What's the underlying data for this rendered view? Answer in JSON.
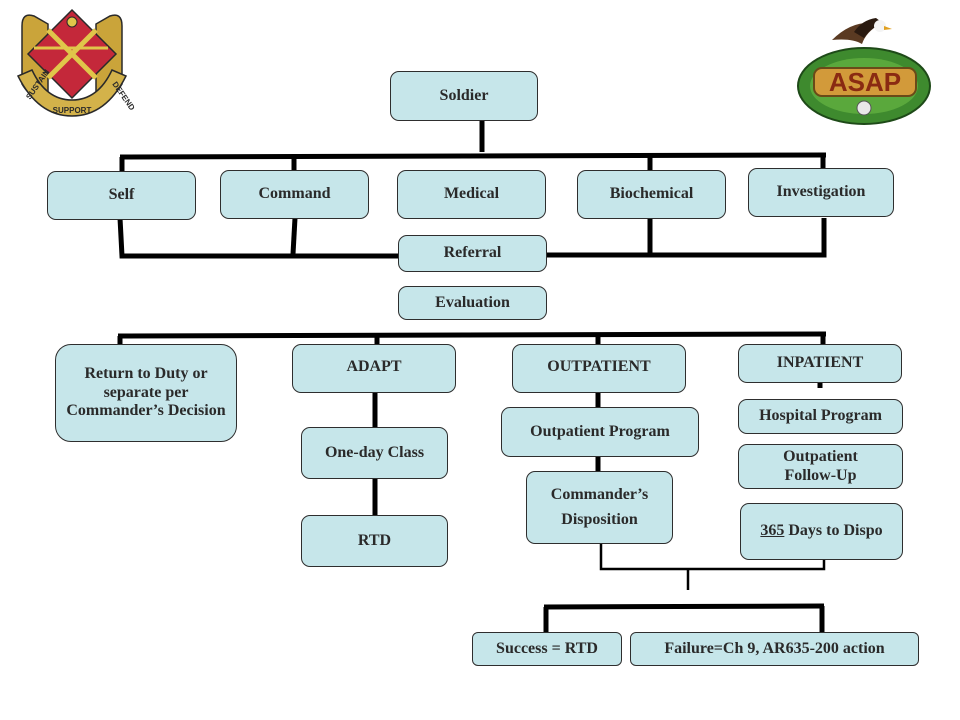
{
  "colors": {
    "box_fill": "#c6e6ea",
    "box_border": "#2e2e2e",
    "connector": "#000000",
    "text": "#2a2a2a"
  },
  "logos": {
    "left_crest": {
      "icon": "army-installation-crest-icon",
      "motto_left": "SUSTAIN",
      "motto_center": "SUPPORT",
      "motto_right": "DEFEND"
    },
    "right_badge": {
      "icon": "asap-eagle-badge-icon",
      "text": "ASAP"
    }
  },
  "root": "Soldier",
  "sources": [
    "Self",
    "Command",
    "Medical",
    "Biochemical",
    "Investigation"
  ],
  "referral": "Referral",
  "evaluation": "Evaluation",
  "outcomes": {
    "return_to_duty": "Return to Duty or separate per Commander’s Decision",
    "adapt": "ADAPT",
    "outpatient": "OUTPATIENT",
    "inpatient": "INPATIENT"
  },
  "adapt_steps": [
    "One-day Class",
    "RTD"
  ],
  "outpatient_steps": [
    "Outpatient Program",
    "Commander’s Disposition"
  ],
  "inpatient_steps": {
    "hospital": "Hospital Program",
    "follow_up": "Outpatient Follow-Up",
    "dispo_days": "365",
    "dispo_rest": " Days to Dispo"
  },
  "final": {
    "success": "Success = RTD",
    "failure": "Failure=Ch 9, AR635-200 action"
  }
}
